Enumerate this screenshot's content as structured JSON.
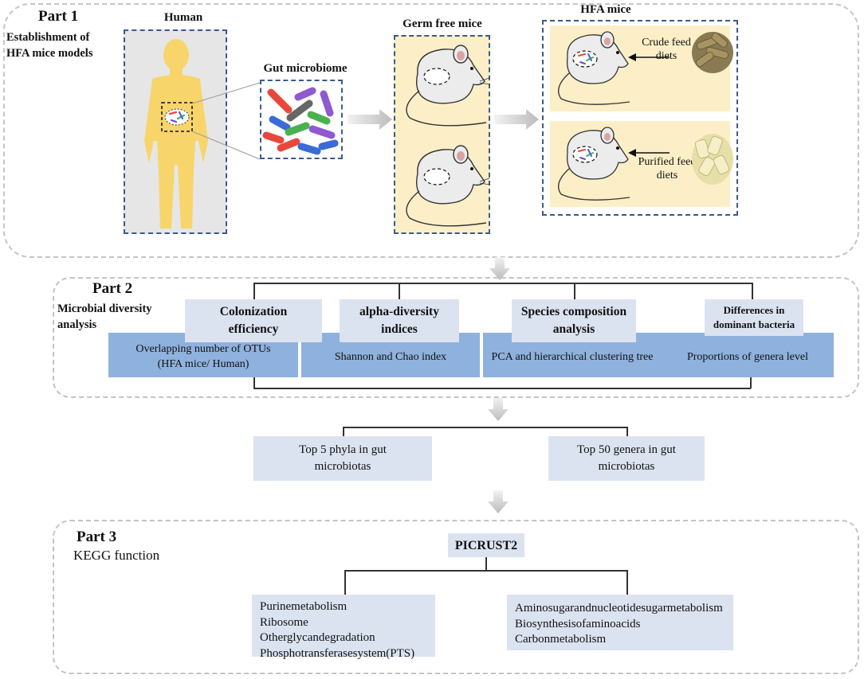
{
  "part1": {
    "title": "Part 1",
    "subtitle_line1": "Establishment of",
    "subtitle_line2": "HFA mice models",
    "human_label": "Human",
    "gut_label": "Gut microbiome",
    "germfree_label": "Germ free mice",
    "hfa_label": "HFA mice",
    "crude_line1": "Crude feed",
    "crude_line2": "diets",
    "purified_line1": "Purified feed",
    "purified_line2": "diets"
  },
  "part2": {
    "title": "Part 2",
    "subtitle_line1": "Microbial diversity",
    "subtitle_line2": "analysis",
    "columns": [
      {
        "header_line1": "Colonization",
        "header_line2": "efficiency",
        "body_line1": "Overlapping number of OTUs",
        "body_line2": "(HFA mice/ Human)"
      },
      {
        "header_line1": "alpha-diversity",
        "header_line2": "indices",
        "body_line1": "Shannon and Chao index",
        "body_line2": ""
      },
      {
        "header_line1": "Species composition",
        "header_line2": "analysis",
        "body_line1": "PCA and hierarchical clustering tree",
        "body_line2": ""
      },
      {
        "header_line1": "Differences in",
        "header_line2": "dominant bacteria",
        "body_line1": "Proportions of genera level",
        "body_line2": ""
      }
    ]
  },
  "middle": {
    "left_line1": "Top 5 phyla in gut",
    "left_line2": "microbiotas",
    "right_line1": "Top 50 genera in gut",
    "right_line2": "microbiotas"
  },
  "part3": {
    "title": "Part 3",
    "subtitle": "KEGG function",
    "tool": "PICRUST2",
    "left_list": [
      "Purinemetabolism",
      "Ribosome",
      "Otherglycandegradation",
      "Phosphotransferasesystem(PTS)"
    ],
    "right_list": [
      "Aminosugarandnucleotidesugarmetabolism",
      "Biosynthesisofaminoacids",
      "Carbonmetabolism"
    ]
  },
  "colors": {
    "header_fill": "#dbe3f1",
    "bar_fill": "#8fb1dd",
    "panel_border": "#c4c4c4",
    "frame_border": "#3a5a8c",
    "mice_bg": "#fcefc7",
    "human_fill": "#f7d56a",
    "arrow_gray": "#c8c8c8"
  }
}
